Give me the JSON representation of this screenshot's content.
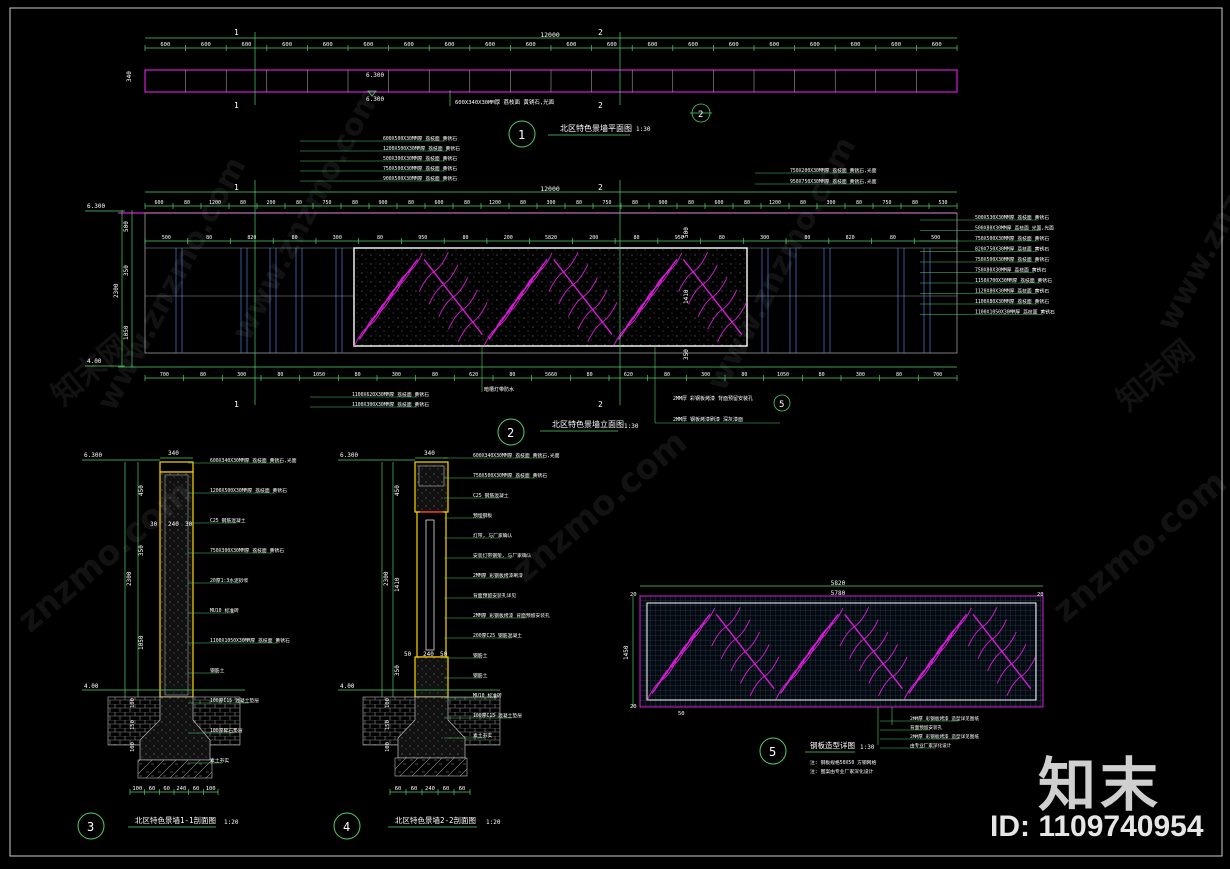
{
  "watermarks": {
    "site": "www.znzmo.com",
    "domain": "znzmo.com",
    "cn": "知末网",
    "brand": "知末",
    "id": "ID: 1109740954"
  },
  "colors": {
    "background": "#000000",
    "line": "#ffffff",
    "dim": "#4fd06a",
    "magenta": "#d61bd6",
    "yellow": "#ffd400",
    "red": "#ff2a2a",
    "blue": "#4a7bd8",
    "hatch": "#9a9a9a"
  },
  "views": {
    "v1": {
      "num": "1",
      "title": "北区特色景墙平面图",
      "scale": "1:30",
      "total": "12000",
      "segments": [
        "600",
        "600",
        "600",
        "600",
        "600",
        "600",
        "600",
        "600",
        "600",
        "600",
        "600",
        "600",
        "600",
        "600",
        "600",
        "600",
        "600",
        "600",
        "600",
        "600"
      ],
      "thickness": "340",
      "elev_top": "6.300",
      "elev_bot": "6.300",
      "note": "600X340X30MM厚 荔枝面 黄锈石,光面",
      "sec1": "1",
      "sec2": "2",
      "detail": "2"
    },
    "v2": {
      "num": "2",
      "title": "北区特色景墙立面图",
      "scale": "1:30",
      "total": "12000",
      "top_dims": [
        "600",
        "80",
        "1200",
        "80",
        "200",
        "80",
        "750",
        "80",
        "900",
        "80",
        "600",
        "80",
        "1200",
        "80",
        "300",
        "80",
        "750",
        "80",
        "900",
        "80",
        "600",
        "80",
        "1200",
        "80",
        "300",
        "80",
        "750",
        "80",
        "530"
      ],
      "mid_dims": [
        "500",
        "80",
        "820",
        "80",
        "300",
        "80",
        "950",
        "80",
        "200",
        "5820",
        "200",
        "80",
        "950",
        "80",
        "300",
        "80",
        "820",
        "80",
        "500"
      ],
      "bot_dims": [
        "700",
        "80",
        "300",
        "80",
        "1050",
        "80",
        "300",
        "80",
        "620",
        "80",
        "5660",
        "80",
        "620",
        "80",
        "300",
        "80",
        "1050",
        "80",
        "300",
        "80",
        "700"
      ],
      "left_dims": [
        "500",
        "350",
        "2300",
        "1050"
      ],
      "right_dims": [
        "500",
        "1410",
        "350"
      ],
      "elev_top": "6.300",
      "elev_bot": "4.00",
      "inner_total": "5820",
      "inner_bottom": "5660",
      "notes_top": [
        "600X500X30MM厚 荔枝面 黄锈石",
        "1200X500X30MM厚 荔枝面 黄锈石",
        "500X300X30MM厚 荔枝面 黄锈石",
        "750X500X30MM厚 荔枝面 黄锈石",
        "900X500X30MM厚 荔枝面 黄锈石"
      ],
      "notes_top_right": [
        "750X200X30MM厚 荔枝面 黄锈石,光面",
        "950X750X30MM厚 荔枝面 黄锈石,光面"
      ],
      "notes_right": [
        "500X530X30MM厚 荔枝面 黄锈石",
        "500X80X30MM厚 荔枝面 光面,光面",
        "750X500X30MM厚 荔枝面 黄锈石",
        "820X750X30MM厚 荔枝面 黄锈石",
        "750X500X30MM厚 荔枝面 黄锈石",
        "750X80X30MM厚 荔枝面 黄锈石",
        "1150X700X30MM厚 荔枝面 黄锈石",
        "1120X80X30MM厚 荔枝面 黄锈石",
        "1100X80X30MM厚 荔枝面 黄锈石",
        "1100X1050X30MM厚 荔枝面 黄锈石"
      ],
      "notes_bottom": [
        "1100X620X30MM厚 荔枝面 黄锈石",
        "1100X300X30MM厚 荔枝面 黄锈石"
      ],
      "note_light": "暗槽灯带防水",
      "notes_panel": [
        "2MM厚 彩钢板烤漆 背面预留安装孔",
        "2MM厚 钢板烤漆刷漆 深灰漆面"
      ],
      "detail": "5",
      "sec1": "1",
      "sec2": "2"
    },
    "v3": {
      "num": "3",
      "title": "北区特色景墙1-1剖面图",
      "scale": "1:20",
      "elev_top": "6.300",
      "elev_bot": "4.00",
      "top_dim": "340",
      "left_dims": [
        "450",
        "350",
        "2300",
        "1050"
      ],
      "inner_dims": [
        "30",
        "240",
        "30"
      ],
      "bottom_dims": [
        "100",
        "60",
        "60",
        "240",
        "60",
        "100"
      ],
      "left_bot_dims": [
        "100",
        "150",
        "100"
      ],
      "notes": [
        "600X340X30MM厚 荔枝面 黄锈石,光面",
        "1200X500X30MM厚 荔枝面 黄锈石",
        "C25 钢筋混凝土",
        "750X300X30MM厚 荔枝面 黄锈石",
        "20厚1:3水泥砂浆",
        "MU10 标准砖",
        "1100X1050X30MM厚 荔枝面 黄锈石",
        "钢筋土",
        "100厚C15 混凝土垫层",
        "100厚碎石垫层",
        "素土夯实"
      ]
    },
    "v4": {
      "num": "4",
      "title": "北区特色景墙2-2剖面图",
      "scale": "1:20",
      "elev_top": "6.300",
      "elev_bot": "4.00",
      "top_dim": "340",
      "left_dims": [
        "450",
        "1410",
        "2300",
        "350"
      ],
      "inner_dims": [
        "50",
        "240",
        "50"
      ],
      "bottom_dims": [
        "60",
        "60",
        "240",
        "60",
        "60"
      ],
      "left_bot_dims": [
        "100",
        "150",
        "100"
      ],
      "notes": [
        "600X340X30MM厚 荔枝面 黄锈石,光面",
        "750X500X30MM厚 荔枝面 黄锈石",
        "C25 钢筋混凝土",
        "预埋钢板",
        "灯带, 与厂家确认",
        "安装灯带钢架, 与厂家确认",
        "2MM厚 彩钢板烤漆刷漆",
        "背面预留安装孔详见",
        "2MM厚 彩钢板烤漆 背面预留安装孔",
        "200厚C25 钢筋混凝土",
        "钢筋土",
        "钢筋土",
        "MU10 标准砖",
        "100厚C15 混凝土垫层",
        "素土夯实"
      ]
    },
    "v5": {
      "num": "5",
      "title": "钢板造型详图",
      "scale": "1:30",
      "outer": "5820",
      "inner": "5780",
      "height": "1450",
      "edge_dims": [
        "20",
        "20",
        "20",
        "50"
      ],
      "notes": [
        "2MM厚 彩钢板烤漆 造型详见图纸",
        "背面预留安装孔",
        "2MM厚 彩钢板烤漆 造型详见图纸",
        "由专业厂家深化设计"
      ],
      "legend": [
        "注: 钢板规格50X50 方钢网格",
        "注: 图案由专业厂家深化设计"
      ]
    }
  }
}
